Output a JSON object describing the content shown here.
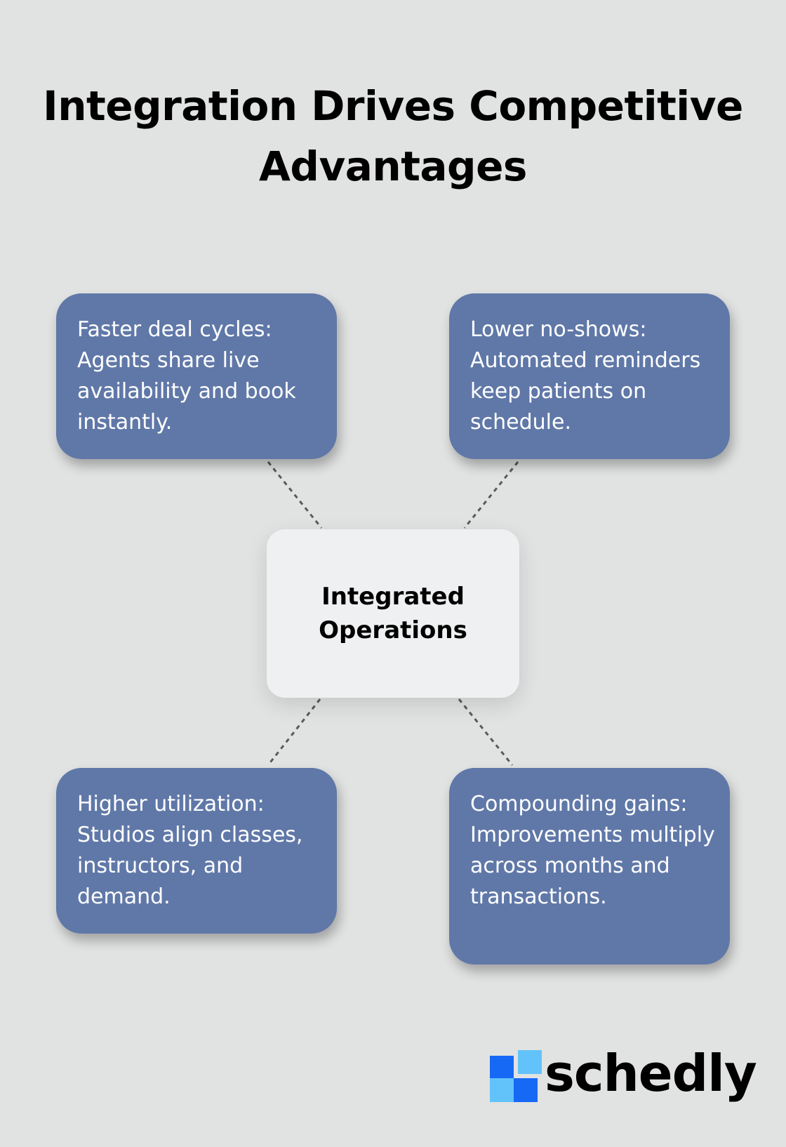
{
  "title": "Integration Drives Competitive Advantages",
  "hub": {
    "label": "Integrated Operations"
  },
  "cards": {
    "top_left": "Faster deal cycles: Agents share live availability and book instantly.",
    "top_right": "Lower no-shows: Automated reminders keep patients on schedule.",
    "bottom_left": "Higher utilization: Studios align classes, instructors, and demand.",
    "bottom_right": "Compounding gains: Improvements multiply across months and transactions."
  },
  "brand": {
    "name": "schedly",
    "colors": {
      "card_fill": "#6078a8",
      "hub_fill": "#eff0f1",
      "background": "#e1e2e2",
      "logo_blue": "#1669f5",
      "logo_light_blue": "#62c3fb"
    }
  }
}
